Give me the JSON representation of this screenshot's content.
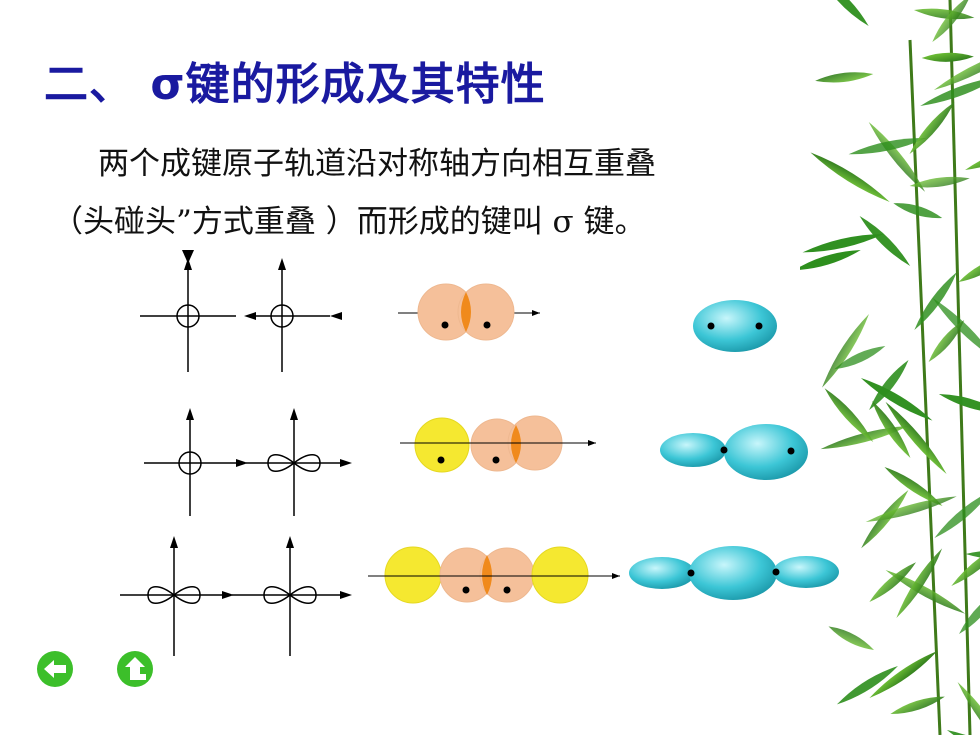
{
  "slide": {
    "title": "二、 σ键的形成及其特性",
    "text_line1": "两个成键原子轨道沿对称轴方向相互重叠",
    "text_line2": "（头碰头”方式重叠 ）而形成的键叫 σ 键。"
  },
  "colors": {
    "title": "#1a1aa0",
    "s_orbital": "#f5c09a",
    "overlap": "#f08a1c",
    "p_lobe_yellow": "#f5e830",
    "sigma_bond": "#3cc6d6",
    "nav_button": "#3cbf2a",
    "leaves": "#2e8f1e"
  },
  "diagram": {
    "rows": [
      {
        "name": "s-s overlap"
      },
      {
        "name": "s-p overlap"
      },
      {
        "name": "p-p overlap"
      }
    ]
  },
  "nav": {
    "back_icon": "arrow-left-icon",
    "up_icon": "arrow-up-icon"
  }
}
